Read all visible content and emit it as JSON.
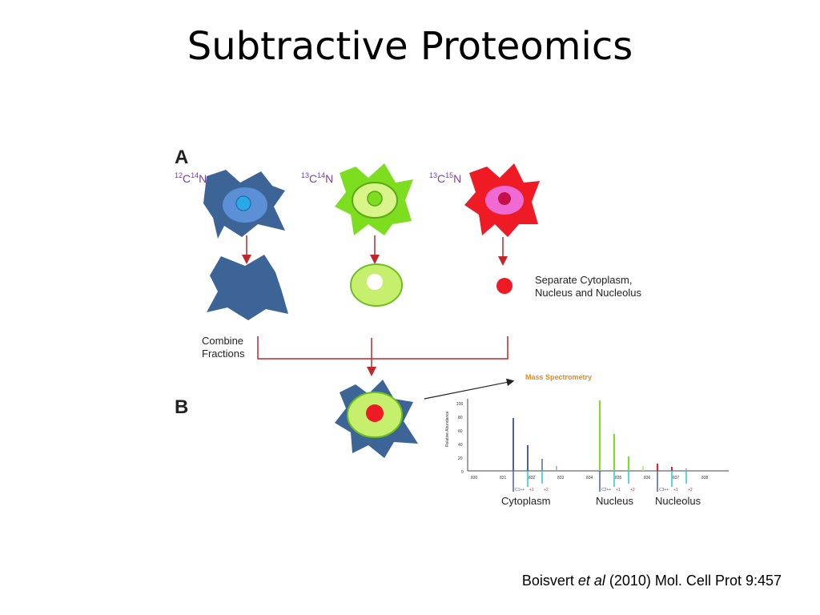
{
  "slide": {
    "title": "Subtractive Proteomics"
  },
  "figure": {
    "panel_a_label": "A",
    "panel_b_label": "B",
    "isotopes": [
      {
        "mass1": "12",
        "el1": "C",
        "mass2": "14",
        "el2": "N",
        "color": "#7b3f9e"
      },
      {
        "mass1": "13",
        "el1": "C",
        "mass2": "14",
        "el2": "N",
        "color": "#7b3f9e"
      },
      {
        "mass1": "13",
        "el1": "C",
        "mass2": "15",
        "el2": "N",
        "color": "#7b3f9e"
      }
    ],
    "separate_label_line1": "Separate Cytoplasm,",
    "separate_label_line2": "Nucleus and Nucleolus",
    "combine_label_line1": "Combine",
    "combine_label_line2": "Fractions",
    "mass_spec_label": "Mass Spectrometry",
    "y_axis_label": "Relative Abundance",
    "y_ticks": [
      "100",
      "80",
      "60",
      "40",
      "20",
      "0"
    ],
    "x_ticks": [
      "830",
      "831",
      "832",
      "833",
      "834",
      "835",
      "836",
      "837",
      "838"
    ],
    "peak_tags": [
      "C1++",
      "+1",
      "+2",
      "C2++",
      "+1",
      "+2",
      "C3++",
      "+1",
      "+2"
    ],
    "compartments": [
      "Cytoplasm",
      "Nucleus",
      "Nucleolus"
    ],
    "colors": {
      "blue_cell": "#3d6496",
      "blue_nucleus": "#5b8fd6",
      "blue_nucleolus": "#29a9e8",
      "green_cell": "#7ddd1f",
      "green_ring": "#d9f58a",
      "red_cell": "#ee1b24",
      "pink_nucleus": "#f06ad6",
      "arrow_red": "#c0262b",
      "mass_spec_orange": "#e8891c"
    }
  },
  "citation": {
    "author": "Boisvert ",
    "etal": "et al",
    "rest": " (2010) Mol. Cell Prot 9:457"
  }
}
